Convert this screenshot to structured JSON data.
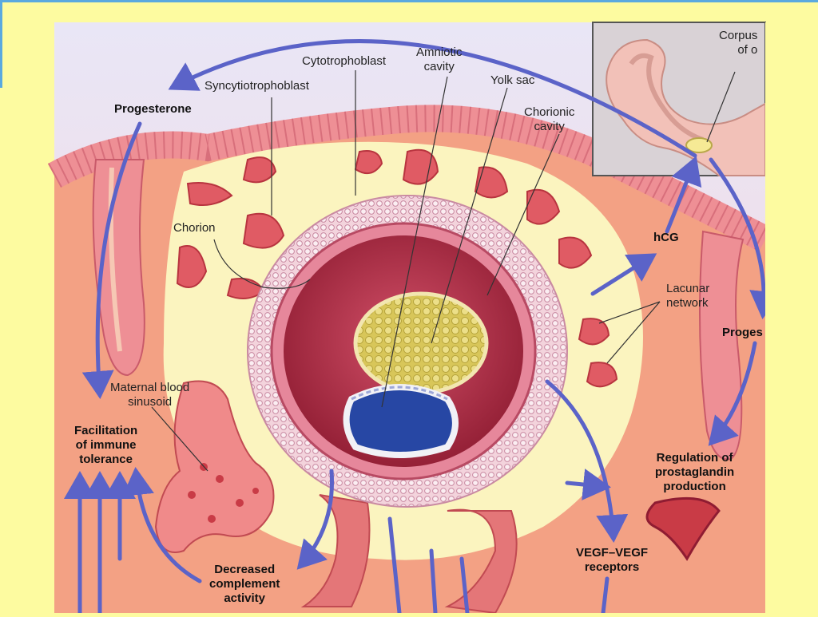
{
  "colors": {
    "slide_background": "#fdfba0",
    "top_border": "#5aa9df",
    "arrow": "#5b63c8",
    "uterine_tissue": "#f3a184",
    "epithelium": "#ee8f95",
    "decidua_space": "#fbf4bf",
    "trophoblast": "#f0c9d4",
    "chorionic_cavity": "#b0304a",
    "yolk_sac": "#d2c354",
    "amniotic_cavity": "#2747a4",
    "blood": "#c93b46"
  },
  "labels": {
    "progesterone_top": "Progesterone",
    "syncytiotrophoblast": "Syncytiotrophoblast",
    "cytotrophoblast": "Cytotrophoblast",
    "amniotic_cavity": "Amniotic\ncavity",
    "yolk_sac": "Yolk sac",
    "chorionic_cavity": "Chorionic\ncavity",
    "corpus_luteum": "Corpus\nof o",
    "chorion": "Chorion",
    "hcg": "hCG",
    "lacunar_network": "Lacunar\nnetwork",
    "progesterone_right": "Proges",
    "maternal_blood_sinusoid": "Maternal blood\nsinusoid",
    "immune_tolerance": "Facilitation\nof immune\ntolerance",
    "prostaglandin": "Regulation of\nprostaglandin\nproduction",
    "vegf": "VEGF–VEGF\nreceptors",
    "complement": "Decreased\ncomplement\nactivity"
  },
  "icons": [
    "arrow",
    "inset-ovary-illustration"
  ]
}
